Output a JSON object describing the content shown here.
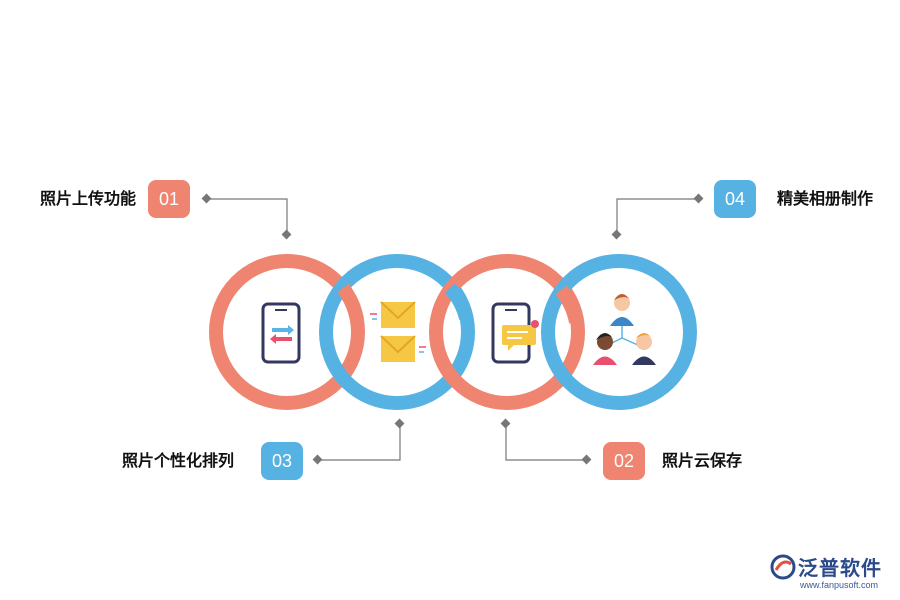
{
  "features": [
    {
      "number": "01",
      "label": "照片上传功能"
    },
    {
      "number": "02",
      "label": "照片云保存"
    },
    {
      "number": "03",
      "label": "照片个性化排列"
    },
    {
      "number": "04",
      "label": "精美相册制作"
    }
  ],
  "brand": {
    "name": "泛普软件",
    "url": "www.fanpusoft.com"
  },
  "colors": {
    "orange": "#ef8470",
    "blue": "#56b2e3",
    "connector": "#666666"
  },
  "icons": [
    "phone-transfer-icon",
    "envelopes-icon",
    "phone-message-icon",
    "team-people-icon"
  ]
}
